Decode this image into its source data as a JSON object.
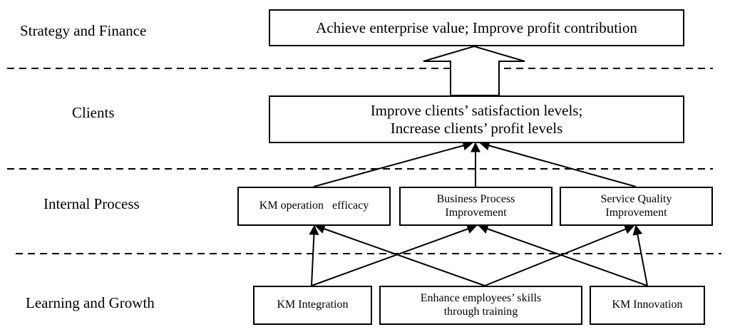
{
  "levels": {
    "strategy": "Strategy and Finance",
    "clients": "Clients",
    "internal": "Internal Process",
    "learning": "Learning and Growth"
  },
  "boxes": {
    "goal": "Achieve enterprise value; Improve profit contribution",
    "clients_line1": "Improve clients’ satisfaction levels;",
    "clients_line2": "Increase clients’ profit levels",
    "km_efficacy": "KM operation   efficacy",
    "bpi_line1": "Business Process",
    "bpi_line2": "Improvement",
    "sqi_line1": "Service Quality",
    "sqi_line2": "Improvement",
    "km_integration": "KM Integration",
    "training_line1": "Enhance employees’ skills",
    "training_line2": "through training",
    "km_innovation": "KM Innovation"
  }
}
